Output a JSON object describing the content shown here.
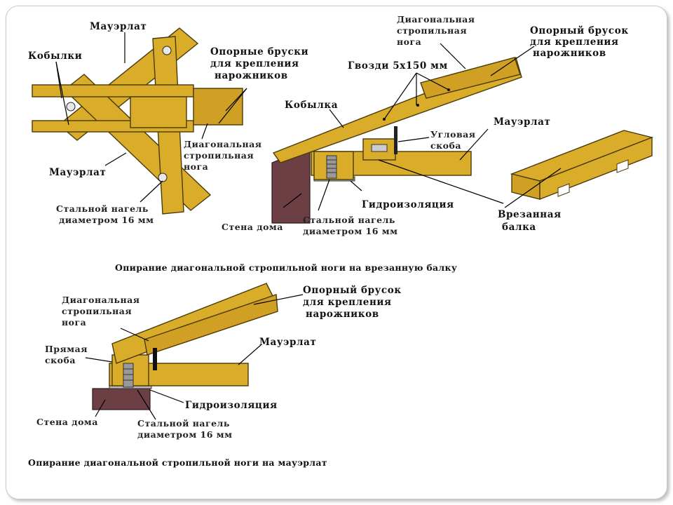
{
  "diagram1": {
    "mauerlat_top": "Мауэрлат",
    "kobylki": "Кобылки",
    "support_bars": [
      "Опорные бруски",
      "для крепления",
      "нарожников"
    ],
    "diagonal_leg": [
      "Диагональная",
      "стропильная",
      "нога"
    ],
    "mauerlat_bottom": "Мауэрлат",
    "steel_dowel": [
      "Стальной нагель",
      "диаметром 16 мм"
    ]
  },
  "diagram2": {
    "diagonal_leg": [
      "Диагональная",
      "стропильная",
      "нога"
    ],
    "support_bar": [
      "Опорный брусок",
      "для крепления",
      "нарожников"
    ],
    "nails": "Гвозди 5х150 мм",
    "kobylka": "Кобылка",
    "corner_bracket": [
      "Угловая",
      "скоба"
    ],
    "mauerlat": "Мауэрлат",
    "waterproofing": "Гидроизоляция",
    "wall": "Стена дома",
    "steel_dowel": [
      "Стальной нагель",
      "диаметром 16 мм"
    ],
    "inset_beam": [
      "Врезанная",
      "балка"
    ],
    "caption": "Опирание диагональной стропильной ноги на врезанную балку"
  },
  "diagram3": {
    "diagonal_leg": [
      "Диагональная",
      "стропильная",
      "нога"
    ],
    "support_bar": [
      "Опорный брусок",
      "для крепления",
      "нарожников"
    ],
    "straight_bracket": [
      "Прямая",
      "скоба"
    ],
    "mauerlat": "Мауэрлат",
    "waterproofing": "Гидроизоляция",
    "wall": "Стена дома",
    "steel_dowel": [
      "Стальной нагель",
      "диаметром 16 мм"
    ],
    "caption": "Опирание диагональной стропильной ноги на мауэрлат"
  }
}
